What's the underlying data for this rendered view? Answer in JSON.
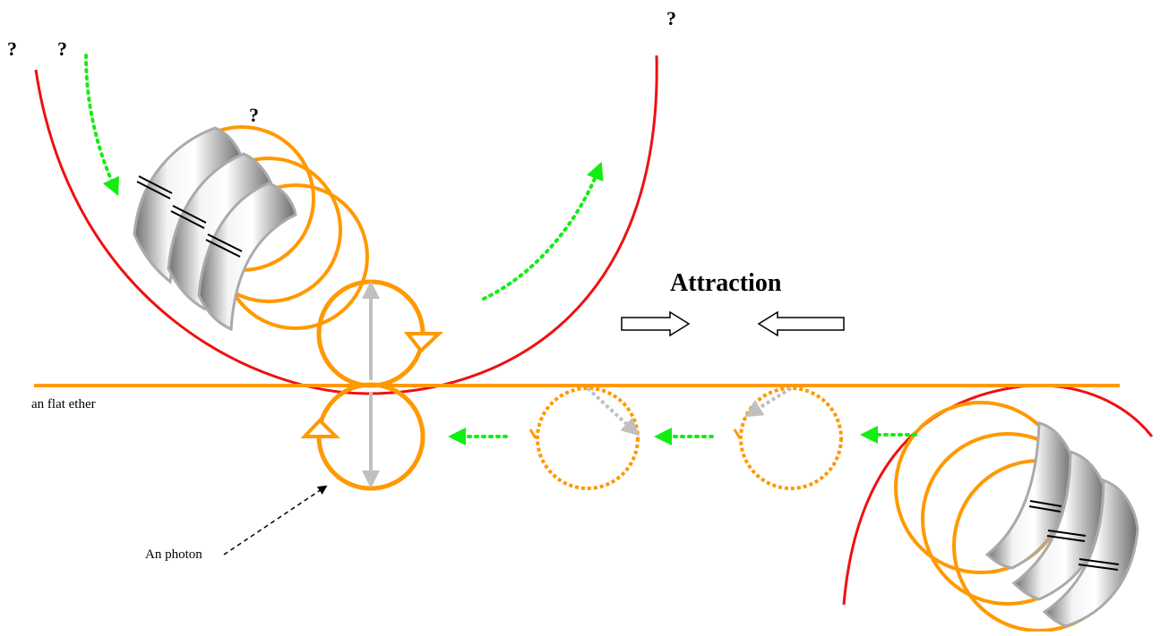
{
  "labels": {
    "question_1": "?",
    "question_2": "?",
    "question_3": "?",
    "question_4": "?",
    "attraction": "Attraction",
    "flat_ether": "an flat ether",
    "photon": "An photon"
  },
  "colors": {
    "orbit_red": "#ee1111",
    "ring_orange": "#ff9900",
    "flow_green": "#11ee11",
    "spin_gray": "#c0c0c0",
    "arrow_outline": "#000000",
    "background": "#ffffff"
  }
}
